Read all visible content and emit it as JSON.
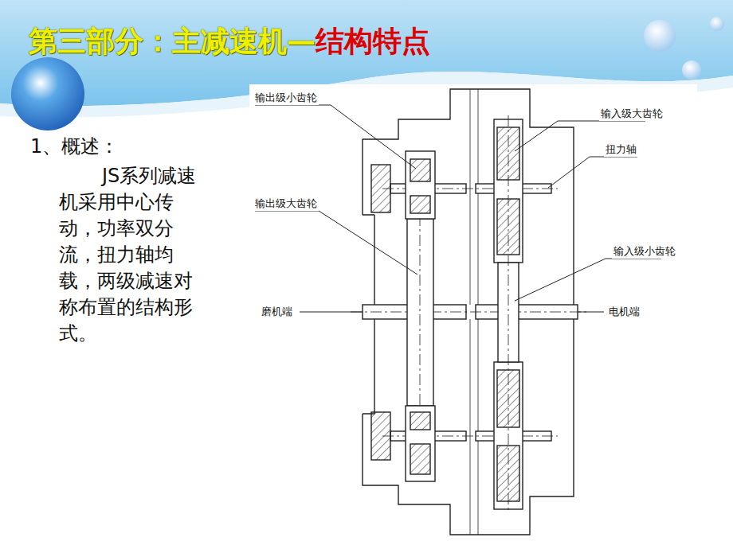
{
  "diagram": {
    "labels": [
      "第三部分：主减速机—",
      "结构特点",
      "1、概述：",
      "JS系列减速机采用中心传动，功率双分流，扭力轴均载，两级减速对称布置的结构形式。",
      "输出级小齿轮",
      "输入级大齿轮",
      "扭力轴",
      "输出级大齿轮",
      "输入级小齿轮",
      "磨机端",
      "电机端"
    ]
  }
}
